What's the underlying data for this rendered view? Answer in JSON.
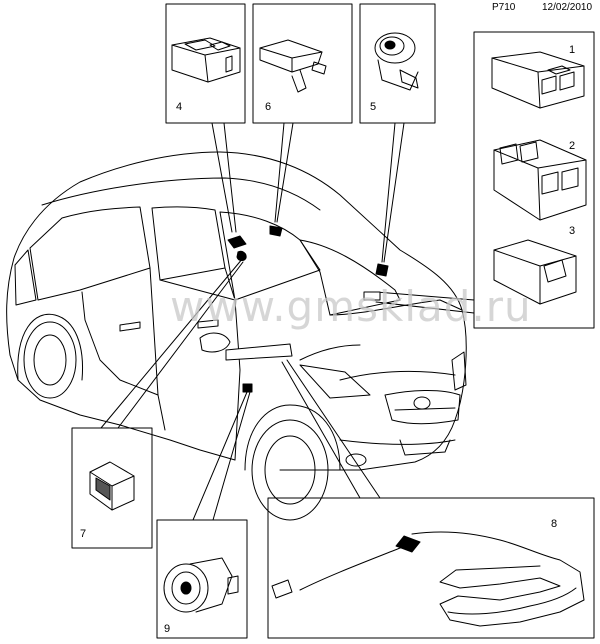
{
  "header": {
    "code": "P710",
    "date": "12/02/2010"
  },
  "watermark": "www.gmsklad.ru",
  "callouts": [
    "1",
    "2",
    "3",
    "4",
    "5",
    "6",
    "7",
    "8",
    "9"
  ]
}
